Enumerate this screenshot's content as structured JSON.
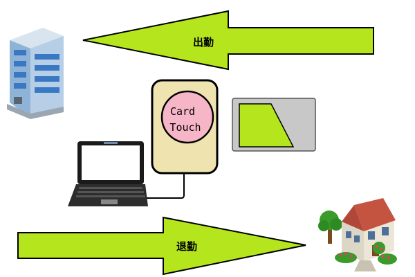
{
  "arrows": {
    "top": {
      "label": "出勤",
      "direction": "left",
      "color": "#b5e61d"
    },
    "bottom": {
      "label": "退勤",
      "direction": "right",
      "color": "#b5e61d"
    }
  },
  "card_reader": {
    "line1": "Card",
    "line2": "Touch",
    "body_color": "#efe4b0",
    "button_color": "#f7b6c8"
  },
  "icons": {
    "office": "office-building-icon",
    "home": "house-icon",
    "laptop": "laptop-icon",
    "card": "ic-card-icon",
    "reader": "card-reader-icon"
  },
  "colors": {
    "arrow_fill": "#b5e61d",
    "outline": "#000000",
    "card_bg": "#c8c8c8"
  }
}
